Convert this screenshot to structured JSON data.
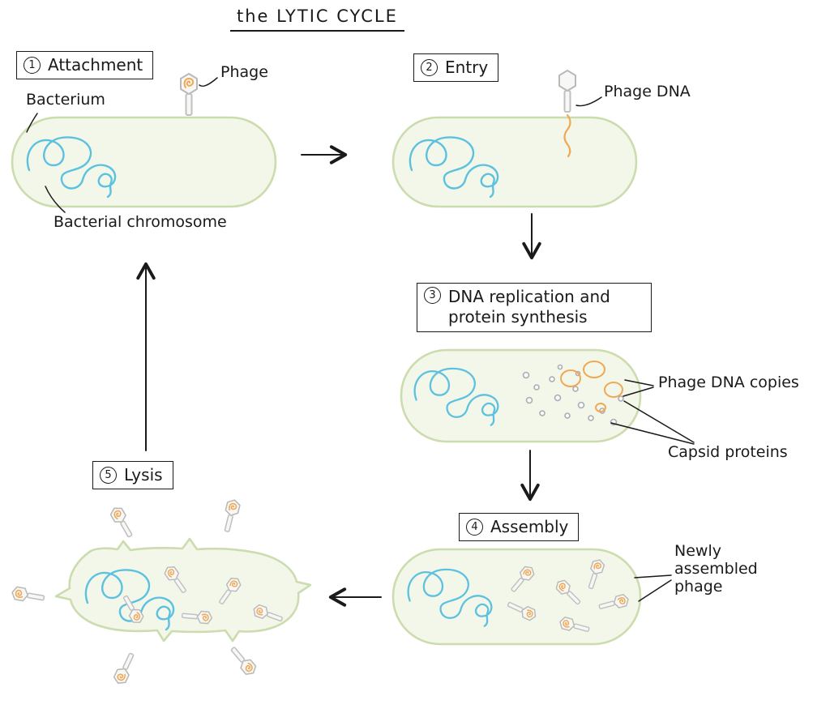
{
  "title": "the LYTIC CYCLE",
  "stages": [
    {
      "number": "1",
      "label": "Attachment"
    },
    {
      "number": "2",
      "label": "Entry"
    },
    {
      "number": "3",
      "label": "DNA replication and protein synthesis"
    },
    {
      "number": "4",
      "label": "Assembly"
    },
    {
      "number": "5",
      "label": "Lysis"
    }
  ],
  "annotations": {
    "bacterium": "Bacterium",
    "phage": "Phage",
    "bacterial_chromosome": "Bacterial chromosome",
    "phage_dna": "Phage DNA",
    "phage_dna_copies": "Phage DNA copies",
    "capsid_proteins": "Capsid proteins",
    "newly_assembled_phage": "Newly\nassembled\nphage"
  },
  "colors": {
    "cell_fill": "#f3f7e9",
    "cell_stroke": "#cbdcae",
    "chromosome_blue": "#5cc1e0",
    "phage_dna_orange": "#f0a854",
    "phage_gray": "#b9b9b9",
    "ink": "#1a1a1a"
  }
}
